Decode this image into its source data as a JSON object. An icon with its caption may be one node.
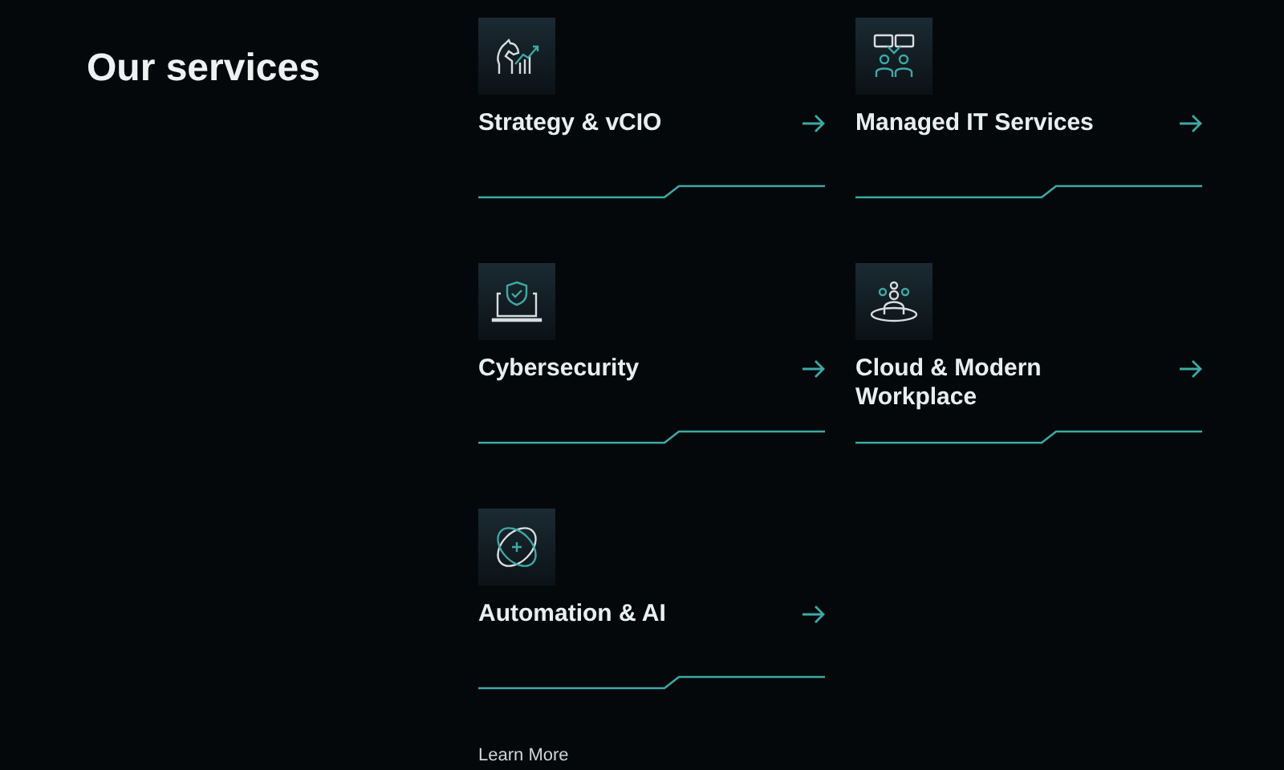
{
  "diagram": {
    "title": "Our services",
    "nodes": [
      {
        "text": [
          "Strategy & vCIO"
        ]
      },
      {
        "text": [
          "Managed IT Services"
        ]
      },
      {
        "text": [
          "Cybersecurity"
        ]
      },
      {
        "text": [
          "Cloud & Modern Workplace"
        ]
      },
      {
        "text": [
          "Automation & AI"
        ]
      }
    ],
    "labels": [
      "Learn More"
    ]
  }
}
